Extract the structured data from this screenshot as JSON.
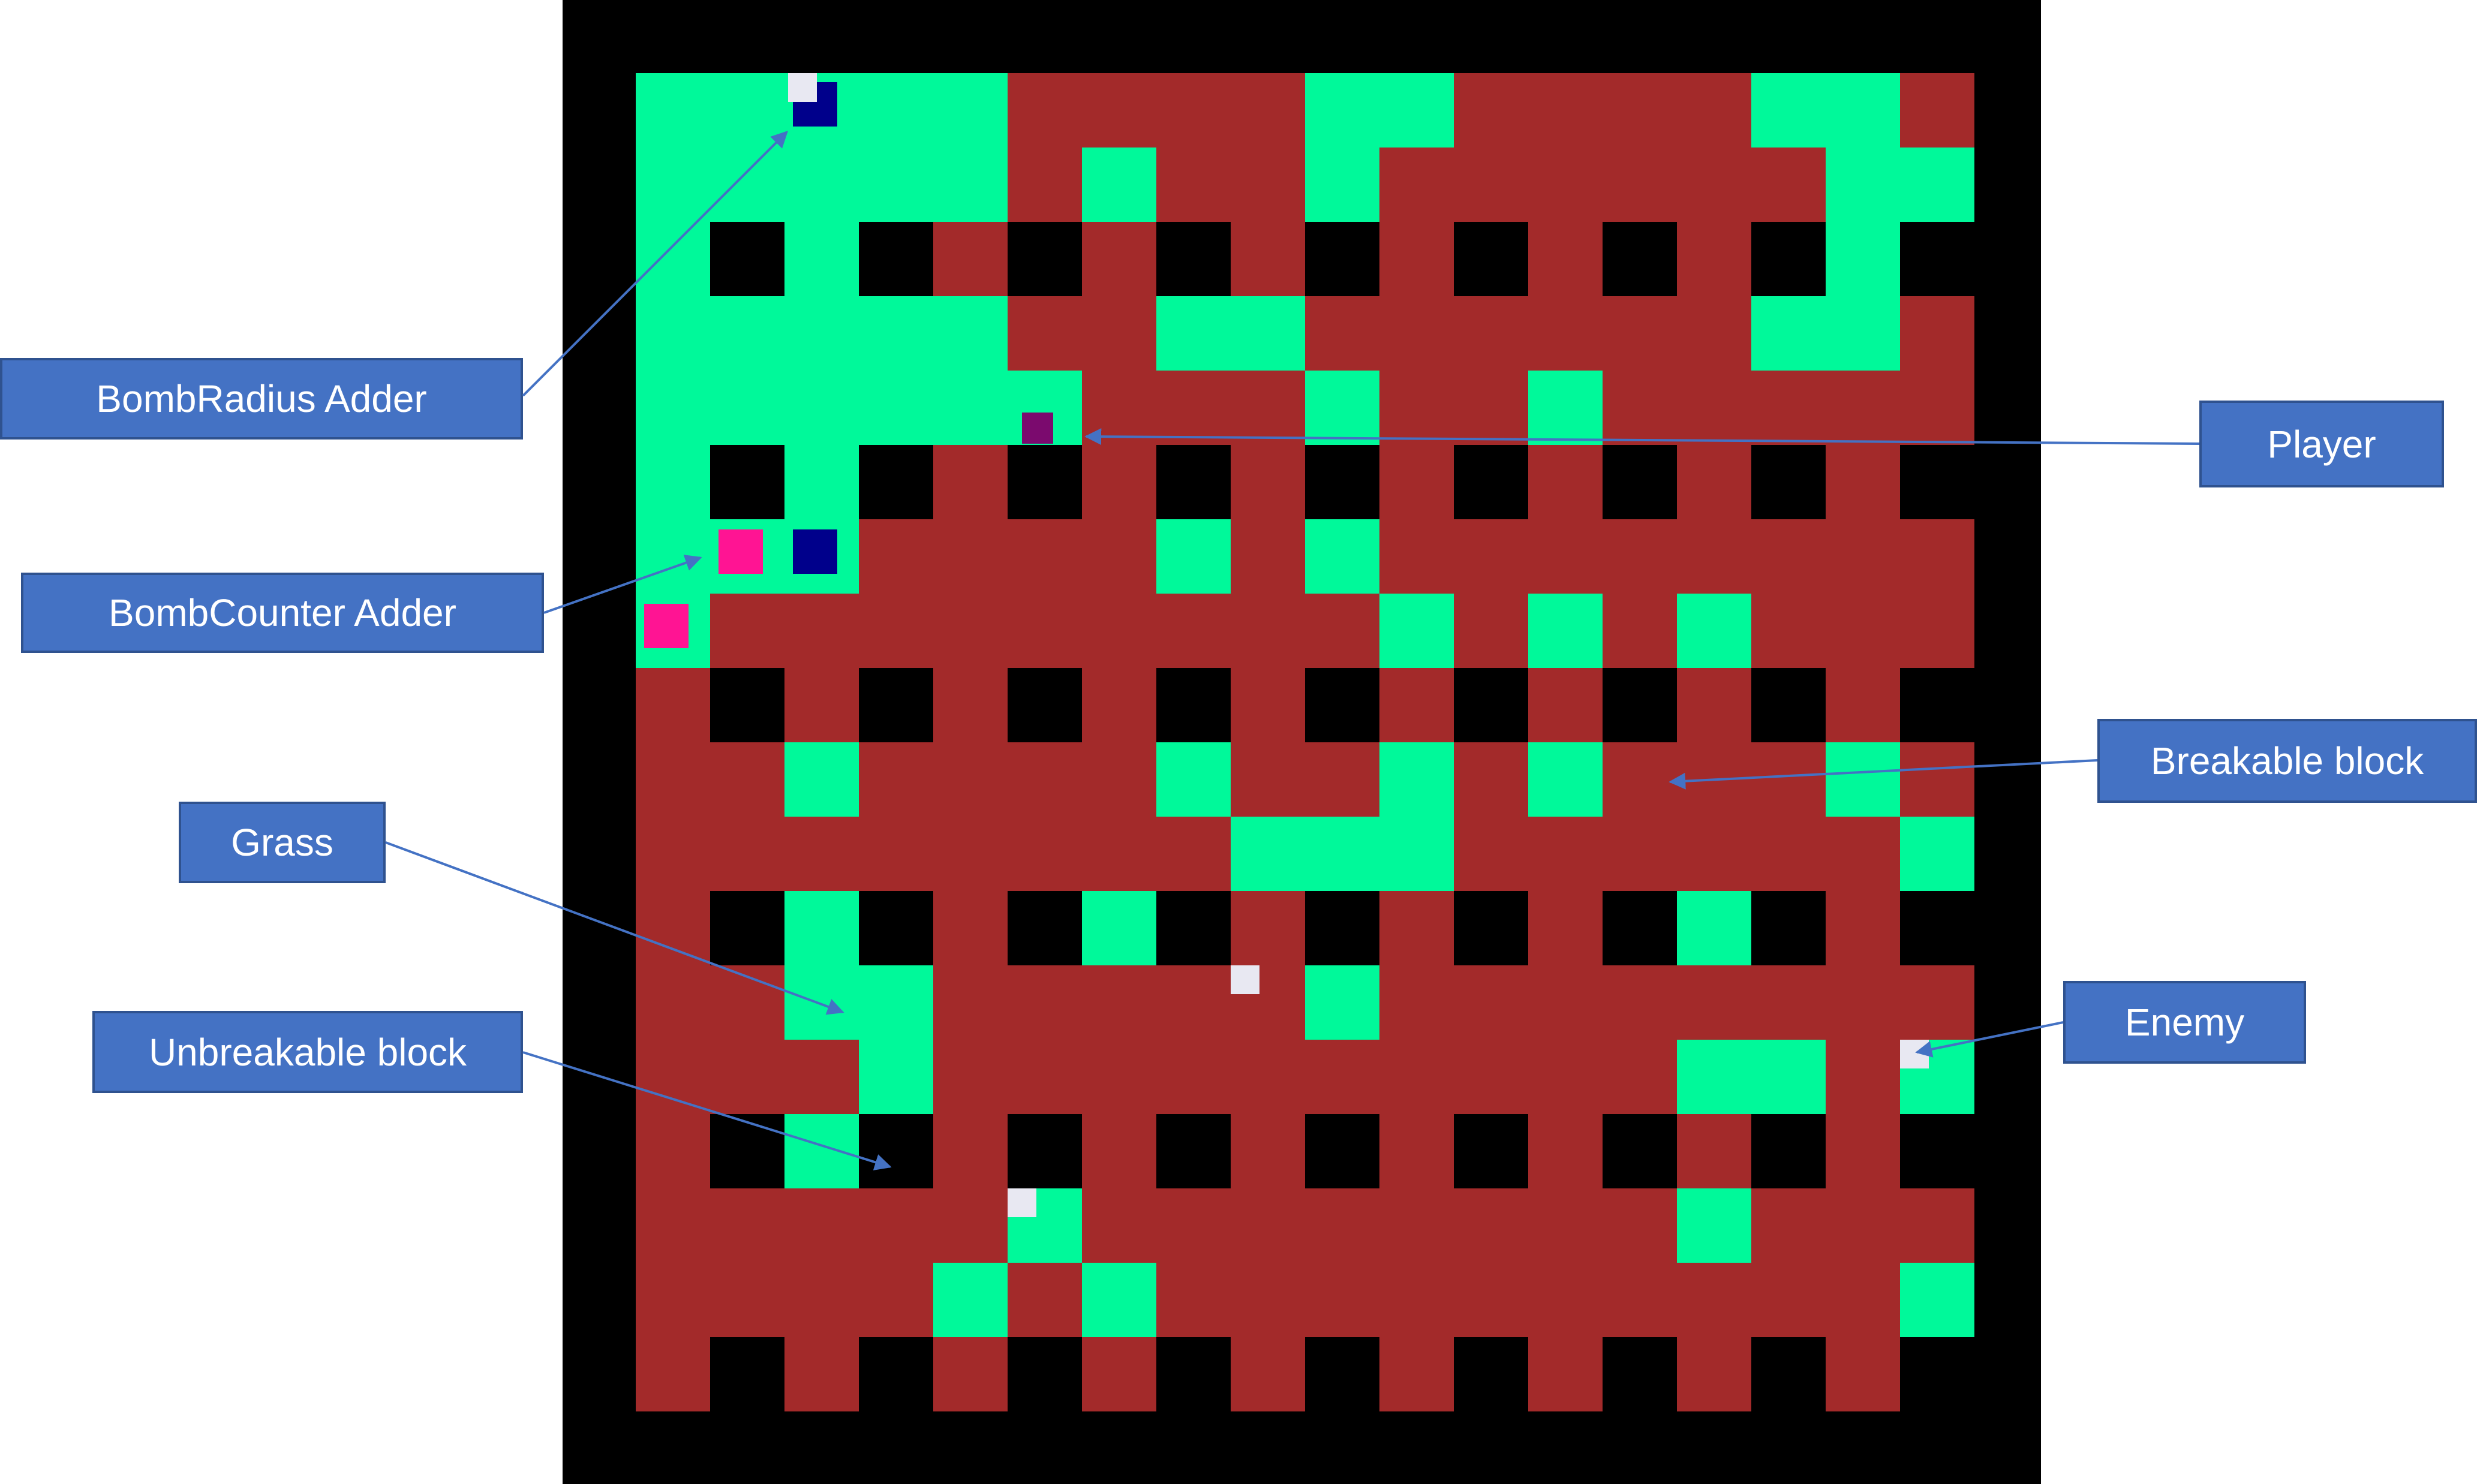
{
  "colors": {
    "grass": "#00f99a",
    "breakable": "#a32a2a",
    "unbreakable": "#000000",
    "wall": "#000000",
    "player": "#7b0a6e",
    "enemy": "#e8e8f2",
    "bomb_radius_adder": "#00008b",
    "bomb_counter_adder": "#ff1493",
    "label_fill": "#4472c4",
    "label_border": "#2f528f",
    "arrow": "#4472c4"
  },
  "legend": {
    "grid": "G = grass, B = breakable block, U = unbreakable block",
    "note": "18 x 18 playfield inside a solid black outer wall"
  },
  "grid": [
    "GGGGGBBBBGGBBBBGGB",
    "GGGGGBGBBGBBBBBBGG",
    "GUGUBUBUBUBUBUBUGU",
    "GGGGGBBGGBBBBBBGGB",
    "GGGGGGBBBGBBGBBBBB",
    "GUGUBUBUBUBUBUBUBU",
    "GGGBBBBGBGBBBBBBBB",
    "GBBBBBBBBBGBGBGBBB",
    "BUBUBUBUBUBUBUBUBU",
    "BBGBBBBGBBGBGBBBGB",
    "BBBBBBBBGGGBBBBBBG",
    "BUGUBUGUBUBUBUGUBU",
    "BBGGBBBBBGBBBBBBBB",
    "BBBGBBBBBBBBBBGGBG",
    "BUGUBUBUBUBUBUBUBU",
    "BBBBBGBBBBBBBBGBBB",
    "BBBBGBGBBBBBBBBBBG",
    "BUBUBUBUBUBUBUBUBU"
  ],
  "player": {
    "col": 5,
    "row": 4,
    "type": "player"
  },
  "enemies": [
    {
      "col": 2,
      "row": 0
    },
    {
      "col": 8,
      "row": 12
    },
    {
      "col": 5,
      "row": 15
    },
    {
      "col": 17,
      "row": 13
    }
  ],
  "powerups": [
    {
      "type": "bomb_radius_adder",
      "col": 2,
      "row": 0
    },
    {
      "type": "bomb_radius_adder",
      "col": 2,
      "row": 6
    },
    {
      "type": "bomb_counter_adder",
      "col": 1,
      "row": 6
    },
    {
      "type": "bomb_counter_adder",
      "col": 0,
      "row": 7
    }
  ],
  "labels": {
    "bomb_radius_adder": "BombRadius Adder",
    "bomb_counter_adder": "BombCounter Adder",
    "grass": "Grass",
    "unbreakable_block": "Unbreakable block",
    "player": "Player",
    "breakable_block": "Breakable block",
    "enemy": "Enemy"
  }
}
